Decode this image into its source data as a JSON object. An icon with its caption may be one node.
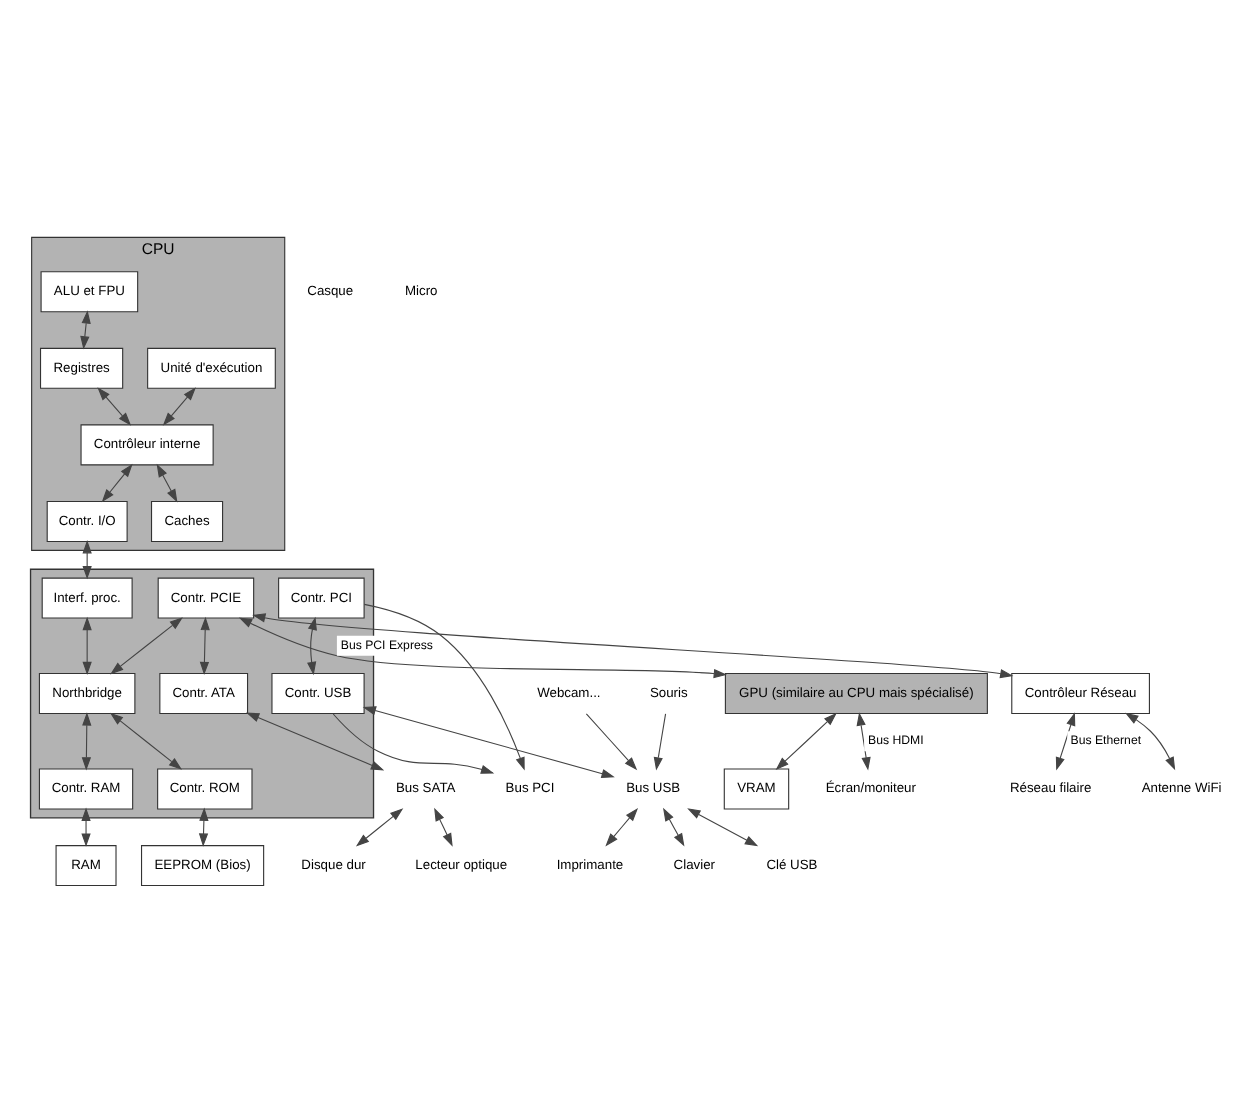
{
  "diagram": {
    "nodes": [
      {
        "text": [
          "CPU"
        ]
      },
      {
        "text": [
          "Unité d'exécution"
        ],
        "in": 0
      },
      {
        "text": [
          "ALU et FPU"
        ],
        "in": 0
      },
      {
        "text": [
          "Registres"
        ],
        "in": 0
      },
      {
        "text": [
          "Contrôleur interne"
        ],
        "in": 0
      },
      {
        "text": [
          "Contr. I/O"
        ],
        "in": 0
      },
      {
        "text": [
          "Caches"
        ],
        "in": 0
      },
      {
        "text": [
          "GPU (similaire au CPU mais spécialisé)"
        ]
      },
      {
        "text": [
          "VRAM"
        ]
      },
      {
        "text": [
          "Écran/moniteur"
        ]
      },
      {
        "text": [
          "Contrôleur Réseau"
        ]
      },
      {
        "text": [
          "Réseau filaire"
        ]
      },
      {
        "text": [
          "Antenne WiFi"
        ]
      },
      {
        "text": [],
        "shape": "box"
      },
      {
        "text": [
          "Interf. proc."
        ],
        "in": 13
      },
      {
        "text": [
          "Contr. PCIE"
        ],
        "in": 13
      },
      {
        "text": [
          "Contr. ATA"
        ],
        "in": 13
      },
      {
        "text": [
          "Northbridge"
        ],
        "in": 13
      },
      {
        "text": [
          "Contr. RAM"
        ],
        "in": 13
      },
      {
        "text": [
          "Contr. ROM"
        ],
        "in": 13
      },
      {
        "text": [
          "Contr. PCI"
        ],
        "in": 13
      },
      {
        "text": [
          "Contr. USB"
        ],
        "in": 13
      },
      {
        "text": [
          "RAM"
        ]
      },
      {
        "text": [
          "EEPROM (Bios)"
        ]
      },
      {
        "text": [
          "Bus SATA"
        ]
      },
      {
        "text": [
          "Disque dur"
        ]
      },
      {
        "text": [
          "Lecteur optique"
        ]
      },
      {
        "text": [
          "Bus USB"
        ]
      },
      {
        "text": [
          "Imprimante"
        ]
      },
      {
        "text": [
          "Souris"
        ]
      },
      {
        "text": [
          "Clavier"
        ]
      },
      {
        "text": [
          "Clé USB"
        ]
      },
      {
        "text": [
          "Webcam..."
        ]
      },
      {
        "text": [
          "Bus PCI"
        ]
      }
    ],
    "edges": [
      {
        "from": 2,
        "to": 3,
        "arrow": "both"
      },
      {
        "from": 1,
        "to": 4,
        "arrow": "both"
      },
      {
        "from": 3,
        "to": 4,
        "arrow": "both"
      },
      {
        "from": 4,
        "to": 5,
        "arrow": "both"
      },
      {
        "from": 4,
        "to": 6,
        "arrow": "both"
      },
      {
        "from": 7,
        "to": 8,
        "arrow": "both"
      },
      {
        "from": 7,
        "to": 9,
        "arrow": "both",
        "label": "Bus HDMI"
      },
      {
        "from": 10,
        "to": 11,
        "arrow": "both",
        "label": "Bus Ethernet"
      },
      {
        "from": 10,
        "to": 12,
        "arrow": "both"
      },
      {
        "from": 5,
        "to": 14,
        "arrow": "both"
      },
      {
        "from": 15,
        "to": 7,
        "arrow": "both",
        "label": "Bus PCI Express"
      },
      {
        "from": 15,
        "to": 10,
        "arrow": "both"
      },
      {
        "from": 15,
        "to": 16,
        "arrow": "both"
      },
      {
        "from": 14,
        "to": 17,
        "arrow": "both"
      },
      {
        "from": 15,
        "to": 17,
        "arrow": "both"
      },
      {
        "from": 17,
        "to": 18,
        "arrow": "both"
      },
      {
        "from": 17,
        "to": 19,
        "arrow": "both"
      },
      {
        "from": 18,
        "to": 22,
        "arrow": "both"
      },
      {
        "from": 19,
        "to": 23,
        "arrow": "both"
      },
      {
        "from": 16,
        "to": 24,
        "arrow": "both"
      },
      {
        "from": 24,
        "to": 25,
        "arrow": "both"
      },
      {
        "from": 24,
        "to": 26,
        "arrow": "both"
      },
      {
        "from": 20,
        "to": 21,
        "arrow": "both"
      },
      {
        "from": 21,
        "to": 27,
        "arrow": "both"
      },
      {
        "from": 27,
        "to": 28,
        "arrow": "both"
      },
      {
        "from": 29,
        "to": 27,
        "arrow": "to"
      },
      {
        "from": 27,
        "to": 30,
        "arrow": "both"
      },
      {
        "from": 27,
        "to": 31,
        "arrow": "both"
      },
      {
        "from": 32,
        "to": 27,
        "arrow": "to"
      },
      {
        "from": 20,
        "to": 33,
        "arrow": "to"
      },
      {
        "from": 21,
        "to": 33,
        "arrow": "to"
      }
    ],
    "labels": [
      "Casque",
      "Micro"
    ]
  }
}
